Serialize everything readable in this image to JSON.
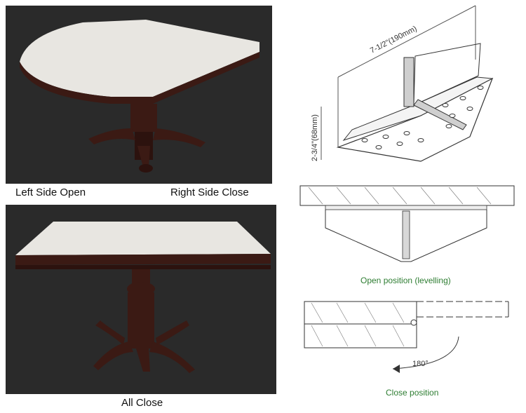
{
  "captions": {
    "left_open": "Left Side Open",
    "right_close": "Right Side Close",
    "all_close": "All Close",
    "open_position": "Open position (levelling)",
    "close_position": "Close position"
  },
  "dimensions": {
    "width": "7-1/2\"(190mm)",
    "height": "2-3/4\"(68mm)",
    "angle": "180°"
  },
  "colors": {
    "photo_bg": "#2a2a2a",
    "wood": "#3b1a14",
    "top": "#e8e6e1",
    "caption_green": "#2e7d32"
  }
}
